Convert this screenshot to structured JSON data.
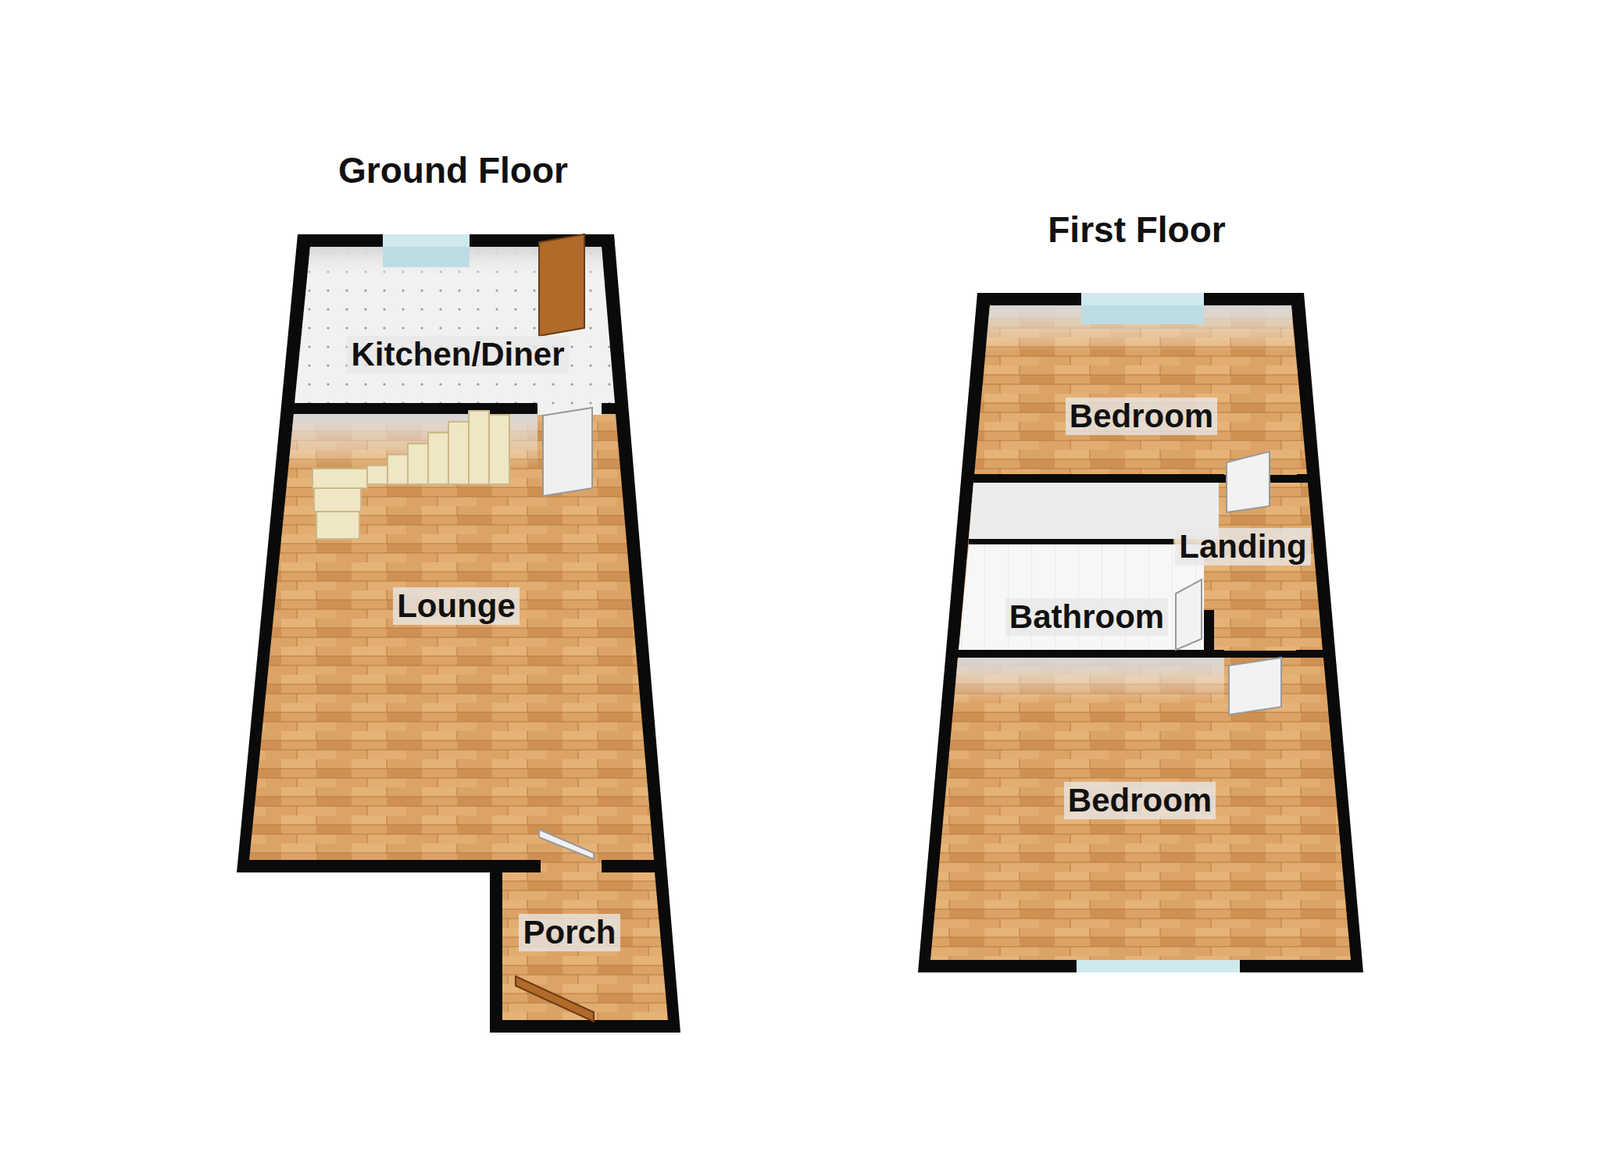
{
  "diagram": {
    "nodes": [
      {
        "text": [
          "Ground Floor"
        ]
      },
      {
        "text": [
          "Kitchen/Diner"
        ],
        "in": 0
      },
      {
        "text": [
          "Lounge"
        ],
        "in": 0
      },
      {
        "text": [
          "Porch"
        ],
        "in": 0
      },
      {
        "text": [
          "First Floor"
        ]
      },
      {
        "text": [
          "Bedroom"
        ],
        "in": 4
      },
      {
        "text": [
          "Landing"
        ],
        "in": 4
      },
      {
        "text": [
          "Bathroom"
        ],
        "in": 4
      },
      {
        "text": [
          "Bedroom"
        ],
        "in": 4
      }
    ]
  }
}
